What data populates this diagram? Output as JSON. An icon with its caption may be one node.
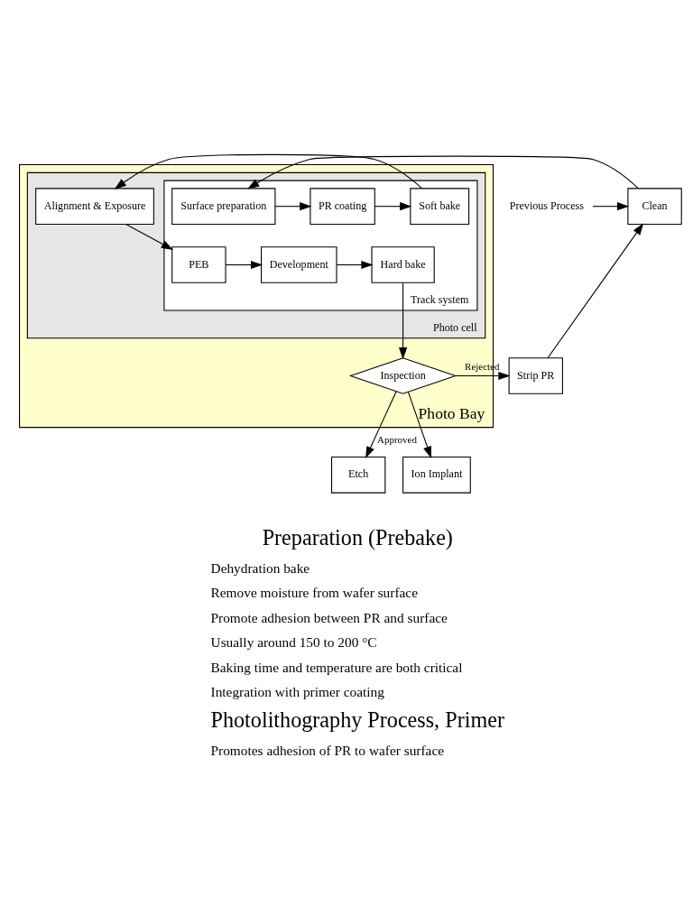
{
  "diagram": {
    "nodes": [
      {
        "text": [
          "Photo Bay"
        ]
      },
      {
        "text": [
          "Photo cell"
        ],
        "in": 0
      },
      {
        "text": [
          "Track system"
        ],
        "in": 1
      },
      {
        "text": [
          "Surface preparation"
        ],
        "in": 2
      },
      {
        "text": [
          "PR coating"
        ],
        "in": 2
      },
      {
        "text": [
          "Soft bake"
        ],
        "in": 2
      },
      {
        "text": [
          "Hard bake"
        ],
        "in": 2
      },
      {
        "text": [
          "Development"
        ],
        "in": 2
      },
      {
        "text": [
          "PEB"
        ],
        "in": 2
      },
      {
        "text": [
          "Alignment & Exposure"
        ],
        "in": 1
      },
      {
        "text": [
          "Inspection"
        ],
        "in": 0
      },
      {
        "text": [
          "Previous Process"
        ]
      },
      {
        "text": [
          "Clean"
        ]
      },
      {
        "text": [
          "Strip PR"
        ]
      },
      {
        "text": [
          "Etch"
        ]
      },
      {
        "text": [
          "Ion Implant"
        ]
      }
    ],
    "edges": [
      {
        "from": 11,
        "to": 12,
        "arrow": "to"
      },
      {
        "from": 12,
        "to": 3,
        "arrow": "to"
      },
      {
        "from": 3,
        "to": 4,
        "arrow": "to"
      },
      {
        "from": 4,
        "to": 5,
        "arrow": "to"
      },
      {
        "from": 5,
        "to": 9,
        "arrow": "to"
      },
      {
        "from": 9,
        "to": 8,
        "arrow": "to"
      },
      {
        "from": 8,
        "to": 7,
        "arrow": "to"
      },
      {
        "from": 7,
        "to": 6,
        "arrow": "to"
      },
      {
        "from": 6,
        "to": 10,
        "arrow": "to"
      },
      {
        "from": 10,
        "to": 13,
        "arrow": "to",
        "label": "Rejected"
      },
      {
        "from": 13,
        "to": 12,
        "arrow": "to"
      },
      {
        "from": 10,
        "to": 14,
        "arrow": "to",
        "label": "Approved"
      },
      {
        "from": 10,
        "to": 15,
        "arrow": "to"
      }
    ],
    "labels": [
      "Preparation (Prebake)",
      "Dehydration bake",
      "Remove moisture from wafer surface",
      "Promote adhesion between PR and surface",
      "Usually around 150 to 200 °C",
      "Baking time and temperature are both critical",
      "Integration with primer coating",
      "Photolithography Process, Primer",
      "Promotes adhesion of PR to wafer surface"
    ]
  }
}
